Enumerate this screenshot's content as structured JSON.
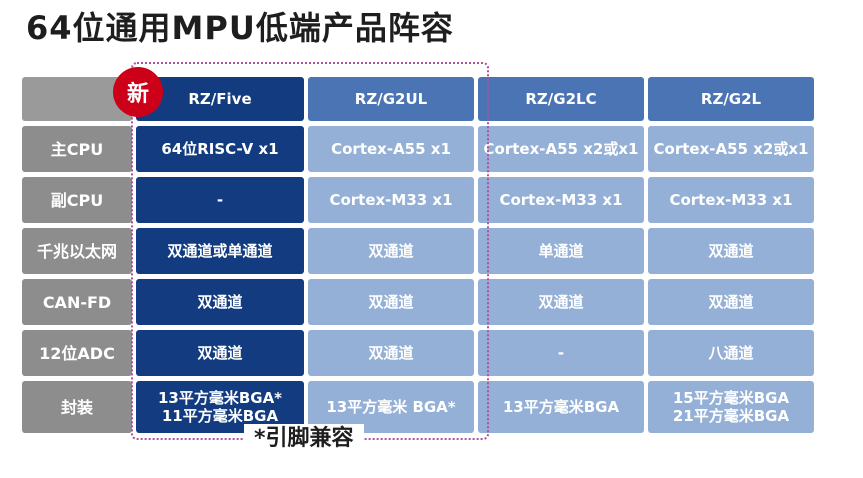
{
  "title": "64位通用MPU低端产品阵容",
  "badge": "新",
  "footnote": "*引脚兼容",
  "columns": [
    "RZ/Five",
    "RZ/G2UL",
    "RZ/G2LC",
    "RZ/G2L"
  ],
  "rows": [
    {
      "label": "主CPU",
      "cells": [
        "64位RISC-V x1",
        "Cortex-A55 x1",
        "Cortex-A55 x2或x1",
        "Cortex-A55 x2或x1"
      ]
    },
    {
      "label": "副CPU",
      "cells": [
        "-",
        "Cortex-M33 x1",
        "Cortex-M33 x1",
        "Cortex-M33 x1"
      ]
    },
    {
      "label": "千兆以太网",
      "cells": [
        "双通道或单通道",
        "双通道",
        "单通道",
        "双通道"
      ]
    },
    {
      "label": "CAN-FD",
      "cells": [
        "双通道",
        "双通道",
        "双通道",
        "双通道"
      ]
    },
    {
      "label": "12位ADC",
      "cells": [
        "双通道",
        "双通道",
        "-",
        "八通道"
      ]
    },
    {
      "label": "封装",
      "cells": [
        [
          "13平方毫米BGA*",
          "11平方毫米BGA"
        ],
        [
          "13平方毫米 BGA*"
        ],
        [
          "13平方毫米BGA"
        ],
        [
          "15平方毫米BGA",
          "21平方毫米BGA"
        ]
      ]
    }
  ],
  "colors": {
    "highlight_column": "#133c80",
    "header": "#4a74b4",
    "cell": "#94b0d6",
    "row_label": "#8d8d8d",
    "badge": "#cc0018",
    "frame": "#b0509e"
  }
}
